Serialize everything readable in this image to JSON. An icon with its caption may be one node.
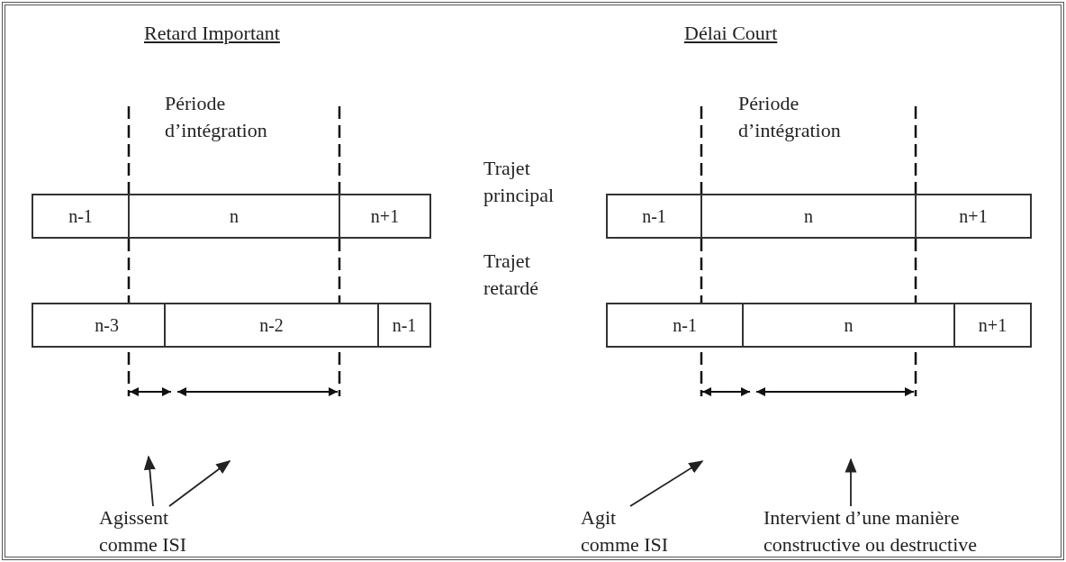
{
  "diagram": {
    "nodes": [
      {
        "text": [
          "n-1"
        ]
      },
      {
        "text": [
          "n"
        ]
      },
      {
        "text": [
          "n+1"
        ]
      },
      {
        "text": [
          "n-1"
        ]
      },
      {
        "text": [
          "n"
        ]
      },
      {
        "text": [
          "n+1"
        ]
      },
      {
        "text": [
          "n-3"
        ]
      },
      {
        "text": [
          "n-2"
        ]
      },
      {
        "text": [
          "n-1"
        ]
      },
      {
        "text": [
          "n-1"
        ]
      },
      {
        "text": [
          "n"
        ]
      },
      {
        "text": [
          "n+1"
        ]
      },
      {
        "text": [
          "Agissent comme ISI"
        ]
      },
      {
        "text": [
          "Agit comme ISI"
        ]
      },
      {
        "text": [
          "Intervient d’une manière constructive ou destructive"
        ]
      }
    ],
    "edges": [
      {
        "from": 12,
        "to": null,
        "arrow": "to"
      },
      {
        "from": 12,
        "to": null,
        "arrow": "to"
      },
      {
        "from": 13,
        "to": null,
        "arrow": "to"
      },
      {
        "from": 14,
        "to": null,
        "arrow": "to"
      }
    ],
    "labels": [
      "Retard Important",
      "Délai Court",
      "Période d’intégration",
      "Période d’intégration",
      "Trajet principal",
      "Trajet retardé"
    ]
  }
}
